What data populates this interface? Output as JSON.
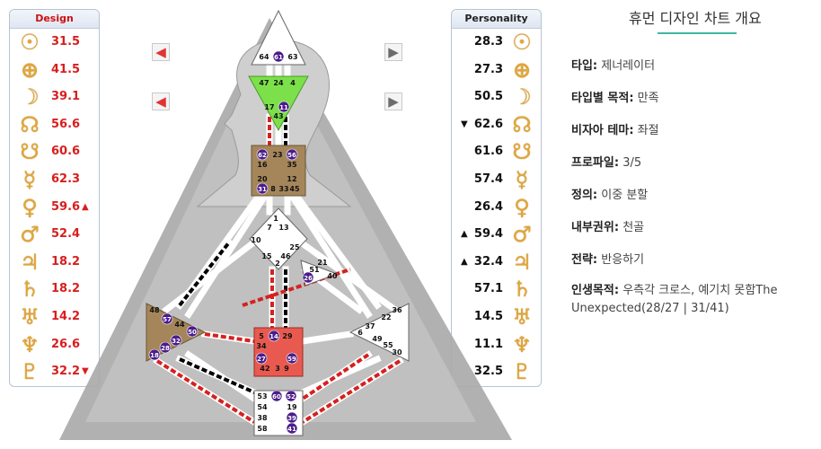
{
  "design": {
    "header": "Design",
    "rows": [
      {
        "icon": "sun-icon",
        "glyph": "☉",
        "value": "31.5",
        "marker": ""
      },
      {
        "icon": "earth-icon",
        "glyph": "⊕",
        "value": "41.5",
        "marker": ""
      },
      {
        "icon": "moon-icon",
        "glyph": "☽",
        "value": "39.1",
        "marker": ""
      },
      {
        "icon": "north-node-icon",
        "glyph": "☊",
        "value": "56.6",
        "marker": ""
      },
      {
        "icon": "south-node-icon",
        "glyph": "☋",
        "value": "60.6",
        "marker": ""
      },
      {
        "icon": "mercury-icon",
        "glyph": "☿",
        "value": "62.3",
        "marker": ""
      },
      {
        "icon": "venus-icon",
        "glyph": "♀",
        "value": "59.6",
        "marker": "▲"
      },
      {
        "icon": "mars-icon",
        "glyph": "♂",
        "value": "52.4",
        "marker": ""
      },
      {
        "icon": "jupiter-icon",
        "glyph": "♃",
        "value": "18.2",
        "marker": ""
      },
      {
        "icon": "saturn-icon",
        "glyph": "♄",
        "value": "18.2",
        "marker": ""
      },
      {
        "icon": "uranus-icon",
        "glyph": "♅",
        "value": "14.2",
        "marker": ""
      },
      {
        "icon": "neptune-icon",
        "glyph": "♆",
        "value": "26.6",
        "marker": ""
      },
      {
        "icon": "pluto-icon",
        "glyph": "♇",
        "value": "32.2",
        "marker": "▼"
      }
    ]
  },
  "personality": {
    "header": "Personality",
    "rows": [
      {
        "icon": "sun-icon",
        "glyph": "☉",
        "value": "28.3",
        "marker": ""
      },
      {
        "icon": "earth-icon",
        "glyph": "⊕",
        "value": "27.3",
        "marker": ""
      },
      {
        "icon": "moon-icon",
        "glyph": "☽",
        "value": "50.5",
        "marker": ""
      },
      {
        "icon": "north-node-icon",
        "glyph": "☊",
        "value": "62.6",
        "marker": "▼"
      },
      {
        "icon": "south-node-icon",
        "glyph": "☋",
        "value": "61.6",
        "marker": ""
      },
      {
        "icon": "mercury-icon",
        "glyph": "☿",
        "value": "57.4",
        "marker": ""
      },
      {
        "icon": "venus-icon",
        "glyph": "♀",
        "value": "26.4",
        "marker": ""
      },
      {
        "icon": "mars-icon",
        "glyph": "♂",
        "value": "59.4",
        "marker": "▲"
      },
      {
        "icon": "jupiter-icon",
        "glyph": "♃",
        "value": "32.4",
        "marker": "▲"
      },
      {
        "icon": "saturn-icon",
        "glyph": "♄",
        "value": "57.1",
        "marker": ""
      },
      {
        "icon": "uranus-icon",
        "glyph": "♅",
        "value": "14.5",
        "marker": ""
      },
      {
        "icon": "neptune-icon",
        "glyph": "♆",
        "value": "11.1",
        "marker": ""
      },
      {
        "icon": "pluto-icon",
        "glyph": "♇",
        "value": "32.5",
        "marker": ""
      }
    ]
  },
  "nav": {
    "left_icon": "arrow-left-icon",
    "right_icon": "arrow-right-icon",
    "left_glyph": "◀",
    "right_glyph": "▶"
  },
  "info": {
    "title": "휴먼 디자인 차트 개요",
    "items": [
      {
        "label": "타입:",
        "value": "제너레이터"
      },
      {
        "label": "타입별 목적:",
        "value": "만족"
      },
      {
        "label": "비자아 테마:",
        "value": "좌절"
      },
      {
        "label": "프로파일:",
        "value": "3/5"
      },
      {
        "label": "정의:",
        "value": "이중 분할"
      },
      {
        "label": "내부권위:",
        "value": "천골"
      },
      {
        "label": "전략:",
        "value": "반응하기"
      },
      {
        "label": "인생목적:",
        "value": "우측각 크로스, 예기치 못함The Unexpected(28/27 | 31/41)"
      }
    ]
  },
  "bodygraph": {
    "gates": {
      "head": [
        "64",
        "61",
        "63"
      ],
      "ajna": [
        "47",
        "24",
        "4",
        "17",
        "11",
        "43"
      ],
      "throat": [
        "62",
        "23",
        "56",
        "16",
        "35",
        "20",
        "12",
        "31",
        "8",
        "33",
        "45"
      ],
      "g": [
        "1",
        "7",
        "13",
        "10",
        "15",
        "46",
        "25",
        "2"
      ],
      "heart": [
        "21",
        "51",
        "26",
        "40"
      ],
      "spleen": [
        "48",
        "57",
        "44",
        "50",
        "32",
        "28",
        "18"
      ],
      "sacral": [
        "5",
        "14",
        "29",
        "34",
        "27",
        "59",
        "42",
        "3",
        "9"
      ],
      "solar": [
        "36",
        "22",
        "37",
        "6",
        "49",
        "55",
        "30"
      ],
      "root": [
        "53",
        "60",
        "52",
        "54",
        "19",
        "38",
        "39",
        "58",
        "41"
      ]
    },
    "active_gates": [
      "61",
      "11",
      "62",
      "56",
      "31",
      "57",
      "50",
      "28",
      "32",
      "18",
      "14",
      "27",
      "59",
      "60",
      "52",
      "39",
      "41",
      "26"
    ],
    "colors": {
      "head": "#ffffff",
      "ajna": "#7ce04a",
      "throat": "#a5865a",
      "spleen": "#a5865a",
      "sacral": "#e85a4f",
      "defined_channel": "#d62020",
      "personality_channel": "#000000",
      "gate_badge": "#4b1d8a"
    }
  }
}
